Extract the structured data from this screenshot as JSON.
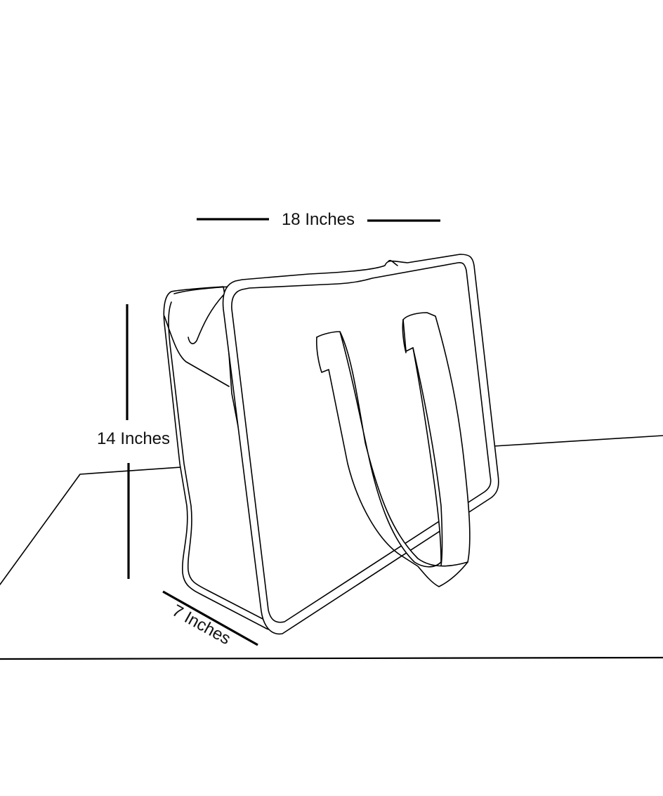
{
  "diagram": {
    "subject": "tote bag line drawing with dimensions",
    "dimensions": {
      "width_label": "18 Inches",
      "height_label": "14 Inches",
      "depth_label": "7 Inches"
    },
    "line_color": "#000000",
    "background_color": "#ffffff"
  }
}
